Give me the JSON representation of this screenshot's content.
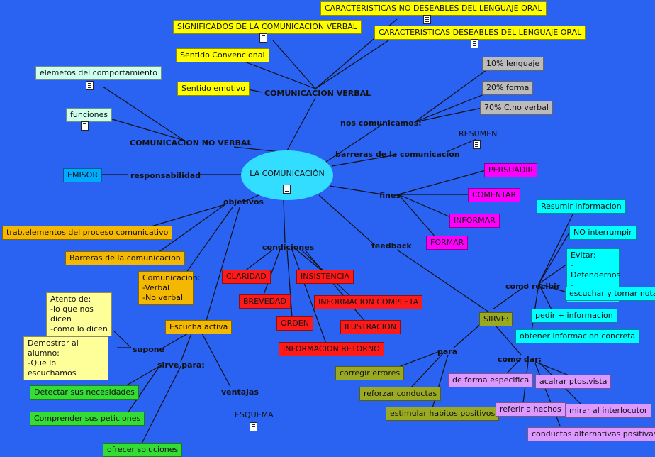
{
  "central": {
    "title": "LA COMUNICACIÓN"
  },
  "labels": {
    "comunicacion_verbal": "COMUNICACION VERBAL",
    "comunicacion_no_verbal": "COMUNICACION NO VERBAL",
    "nos_comunicamos": "nos comunicamos:",
    "barreras": "barreras de la comunicacion",
    "responsabilidad": "responsabilidad",
    "objetivos": "objetivos",
    "fines": "fines",
    "condiciones": "condiciones",
    "feedback": "feedback",
    "supone": "supone",
    "sirve_para": "sirve para:",
    "ventajas": "ventajas",
    "como_recibir": "como recibir",
    "para": "para",
    "como_dar": "como dar:",
    "resumen": "RESUMEN",
    "esquema": "ESQUEMA"
  },
  "nodes": {
    "car_no_deseables": "CARACTERISTICAS NO DESEABLES DEL LENGUAJE ORAL",
    "significados": "SIGNIFICADOS DE LA COMUNICACION VERBAL",
    "car_deseables": "CARACTERISTICAS DESEABLES DEL LENGUAJE ORAL",
    "sentido_convencional": "Sentido Convencional",
    "sentido_emotivo": "Sentido emotivo",
    "elemetos": "elemetos del comportamiento",
    "funciones": "funciones",
    "lenguaje": "10% lenguaje",
    "forma": "20% forma",
    "cnoverbal": "70% C.no verbal",
    "emisor": "EMISOR",
    "persuadir": "PERSUADIR",
    "comentar": "COMENTAR",
    "informar": "INFORMAR",
    "formar": "FORMAR",
    "trab": "trab.elementos del proceso comunicativo",
    "barreras_com": "Barreras de la comunicacion",
    "com_verbal_line1": "Comunicacion:",
    "com_verbal_line2": "-Verbal",
    "com_verbal_line3": "-No verbal",
    "claridad": "CLARIDAD",
    "insistencia": "INSISTENCIA",
    "brevedad": "BREVEDAD",
    "info_completa": "INFORMACION COMPLETA",
    "orden": "ORDEN",
    "ilustracion": "ILUSTRACION",
    "info_retorno": "INFORMACION RETORNO",
    "atento_line1": "Atento de:",
    "atento_line2": "-lo que nos dicen",
    "atento_line3": "-como lo dicen",
    "escucha_activa": "Escucha activa",
    "demostrar_line1": "Demostrar al alumno:",
    "demostrar_line2": "-Que lo escuchamos",
    "detectar": "Detectar sus necesidades",
    "comprender": "Comprender sus peticiones",
    "ofrecer": "ofrecer soluciones",
    "resumir": "Resumir informacion",
    "no_interrumpir": "NO interrumpir",
    "evitar_line1": "Evitar:",
    "evitar_line2": "-Defendernos",
    "evitar_line3": "-Justificarnos",
    "escuchar_tomar": "escuchar y tomar notas",
    "pedir": "pedir + informacion",
    "obtener": "obtener informacion concreta",
    "sirve": "SIRVE:",
    "corregir": "corregir errores",
    "reforzar": "reforzar conductas",
    "estimular": "estimular habitos positivos",
    "forma_especifica": "de forma especifica",
    "aclarar": "acalrar ptos.vista",
    "referir": "referir a hechos",
    "mirar": "mirar al interlocutor",
    "conductas_alt": "conductas alternativas positivas"
  }
}
